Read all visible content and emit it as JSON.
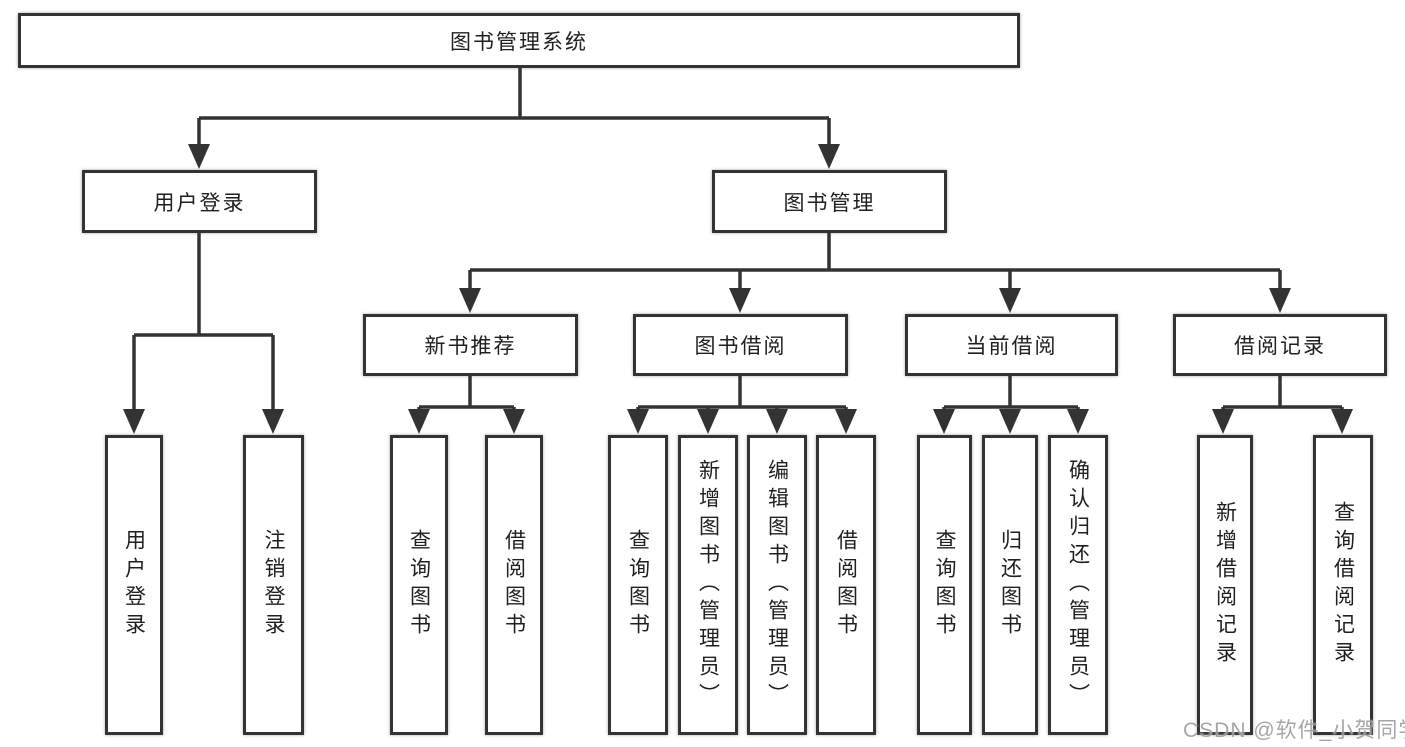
{
  "diagram": {
    "title": "图书管理系统",
    "level2": [
      {
        "label": "用户登录"
      },
      {
        "label": "图书管理"
      }
    ],
    "level3": [
      {
        "label": "新书推荐"
      },
      {
        "label": "图书借阅"
      },
      {
        "label": "当前借阅"
      },
      {
        "label": "借阅记录"
      }
    ],
    "leaves": {
      "login": [
        "用户登录",
        "注销登录"
      ],
      "recommend": [
        "查询图书",
        "借阅图书"
      ],
      "borrow": [
        "查询图书",
        "新增图书（管理员）",
        "编辑图书（管理员）",
        "借阅图书"
      ],
      "current": [
        "查询图书",
        "归还图书",
        "确认归还（管理员）"
      ],
      "records": [
        "新增借阅记录",
        "查询借阅记录"
      ]
    }
  },
  "colors": {
    "line": "#333333",
    "box_border": "#333333",
    "box_fill": "#ffffff",
    "text": "#1f1f1f",
    "watermark": "#969696"
  },
  "watermark": "CSDN @软件_小贺同学"
}
